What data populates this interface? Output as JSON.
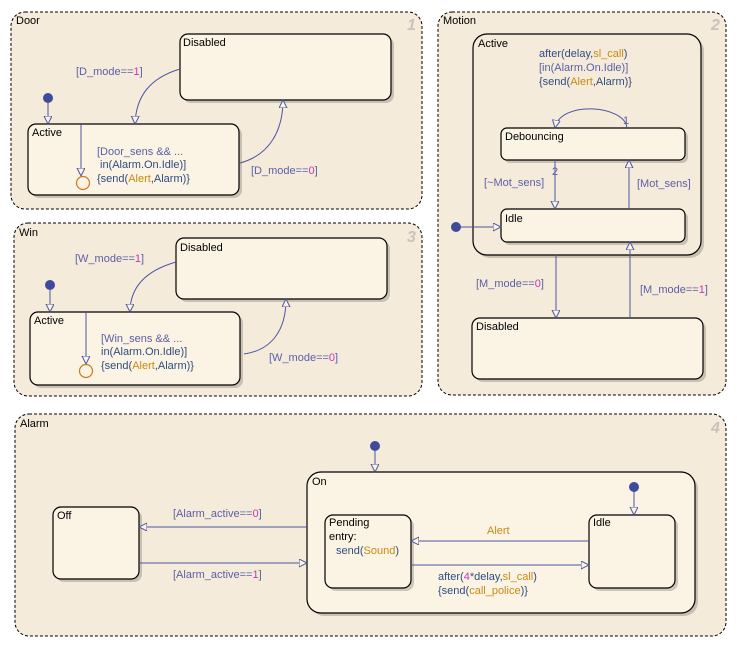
{
  "diagram": {
    "charts": {
      "door": {
        "name": "Door",
        "order": "1",
        "states": {
          "disabled": "Disabled",
          "active": "Active"
        },
        "transitions": {
          "to_active": {
            "open": "[D_mode==",
            "val": "1",
            "close": "]"
          },
          "to_disabled": {
            "open": "[D_mode==",
            "val": "0",
            "close": "]"
          },
          "alert": {
            "line1": "[Door_sens && ...",
            "line2": "in(Alarm.On.Idle)]",
            "line3_pre": "{send(",
            "line3_ev": "Alert",
            "line3_post": ",Alarm)}"
          }
        }
      },
      "motion": {
        "name": "Motion",
        "order": "2",
        "states": {
          "active": "Active",
          "debouncing": "Debouncing",
          "idle": "Idle",
          "disabled": "Disabled"
        },
        "transitions": {
          "after": {
            "pre": "after(delay,",
            "ev": "sl_call",
            "post": ")",
            "line2": "[in(Alarm.On.Idle)]",
            "line3_pre": "{send(",
            "line3_ev": "Alert",
            "line3_post": ",Alarm)}"
          },
          "self_order": "1",
          "to_idle_order": "2",
          "to_idle": "[~Mot_sens]",
          "to_debouncing": "[Mot_sens]",
          "to_disabled": {
            "open": "[M_mode==",
            "val": "0",
            "close": "]"
          },
          "to_active": {
            "open": "[M_mode==",
            "val": "1",
            "close": "]"
          }
        }
      },
      "win": {
        "name": "Win",
        "order": "3",
        "states": {
          "disabled": "Disabled",
          "active": "Active"
        },
        "transitions": {
          "to_active": {
            "open": "[W_mode==",
            "val": "1",
            "close": "]"
          },
          "to_disabled": {
            "open": "[W_mode==",
            "val": "0",
            "close": "]"
          },
          "alert": {
            "line1": "[Win_sens && ...",
            "line2": "in(Alarm.On.Idle)]",
            "line3_pre": "{send(",
            "line3_ev": "Alert",
            "line3_post": ",Alarm)}"
          }
        }
      },
      "alarm": {
        "name": "Alarm",
        "order": "4",
        "states": {
          "off": "Off",
          "on": "On",
          "pending": "Pending",
          "entry": "entry:",
          "entry_pre": "send(",
          "entry_ev": "Sound",
          "entry_post": ")",
          "idle": "Idle"
        },
        "transitions": {
          "to_off": {
            "open": "[Alarm_active==",
            "val": "0",
            "close": "]"
          },
          "to_on": {
            "open": "[Alarm_active==",
            "val": "1",
            "close": "]"
          },
          "alert": "Alert",
          "after": {
            "pre": "after(",
            "num": "4",
            "mid": "*delay,",
            "ev": "sl_call",
            "post": ")",
            "line2_pre": "{send(",
            "line2_ev": "call_police",
            "line2_post": ")}"
          }
        }
      }
    },
    "colors": {
      "transition": "#4b57a0",
      "event": "#c98a10",
      "number": "#c436b8",
      "keyword": "#2f4d80",
      "background": "#f5ebda"
    }
  }
}
